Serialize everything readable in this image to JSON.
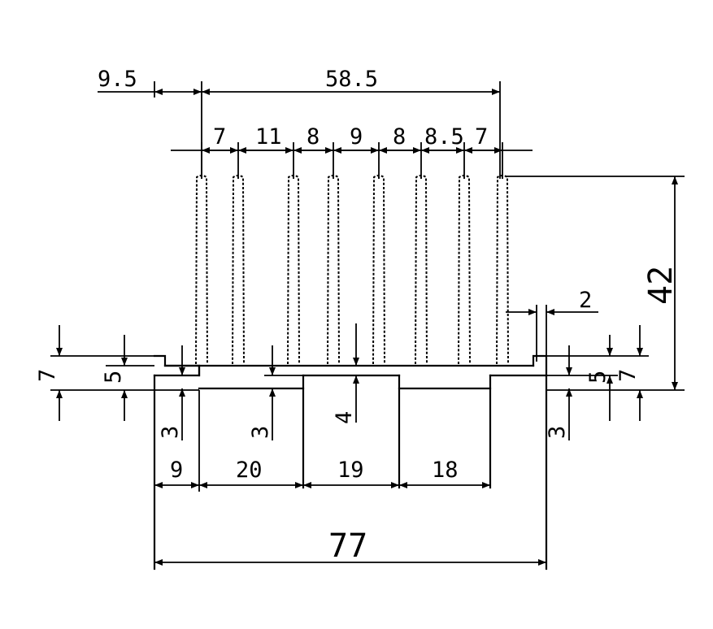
{
  "drawing": {
    "overall_width": "77",
    "overall_height": "42",
    "fin_span": "58.5",
    "left_offset": "9.5",
    "fin_pitch": [
      "7",
      "11",
      "8",
      "9",
      "8",
      "8.5",
      "7"
    ],
    "fin_gap": "2",
    "base": {
      "flange_height_left": "7",
      "step_left": "5",
      "lip_left": "3",
      "lip_mid": "3",
      "center_boss_height": "4",
      "flange_height_right": "7",
      "step_right": "5",
      "lip_right": "3"
    },
    "bottom": [
      "9",
      "20",
      "19",
      "18"
    ]
  }
}
